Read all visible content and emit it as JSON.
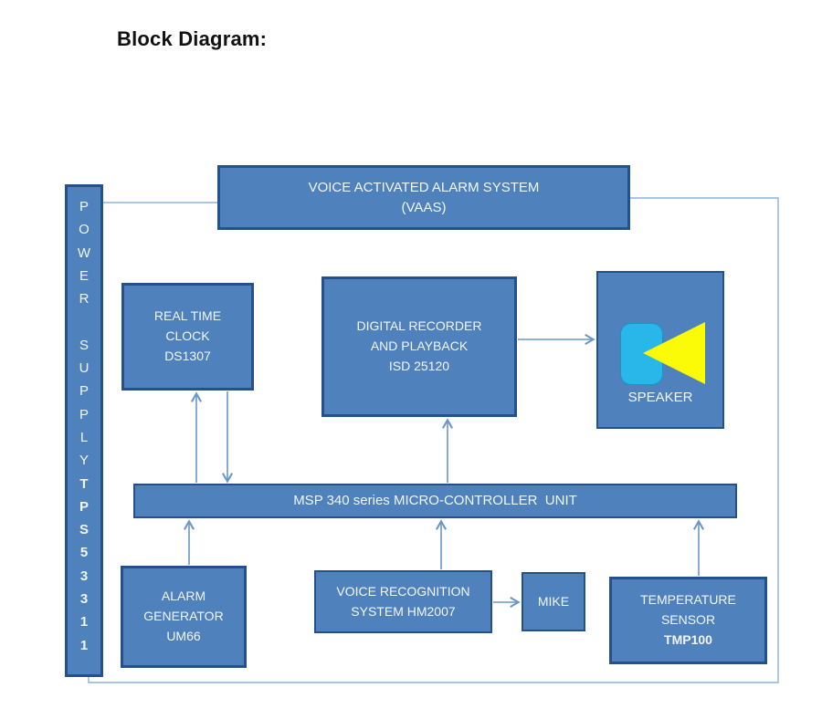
{
  "title": "Block Diagram:",
  "colors": {
    "box_fill": "#4f81bd",
    "box_border": "#24518b",
    "connector_line": "#6b96c9",
    "speaker_cyan": "#29b7ea",
    "speaker_yellow": "#fbfb06",
    "text": "#ffffff",
    "title_text": "#111111",
    "background": "#ffffff"
  },
  "blocks": {
    "vaas": {
      "text": "VOICE ACTIVATED ALARM SYSTEM\n(VAAS)"
    },
    "power_supply": {
      "label": "POWER SUPPLY TPS53311",
      "text_regular": "P\nO\nW\nE\nR\n \nS\nU\nP\nP\nL\nY",
      "text_bold": "T\nP\nS\n5\n3\n3\n1\n1"
    },
    "rtc": {
      "text": "REAL TIME\nCLOCK\nDS1307"
    },
    "recorder": {
      "text": "DIGITAL RECORDER\nAND PLAYBACK\nISD 25120"
    },
    "speaker": {
      "label": "SPEAKER"
    },
    "mcu": {
      "text": "MSP 340 series MICRO-CONTROLLER  UNIT"
    },
    "alarm_generator": {
      "text": "ALARM\nGENERATOR\nUM66"
    },
    "voice_recognition": {
      "text": "VOICE RECOGNITION\nSYSTEM HM2007"
    },
    "mike": {
      "text": "MIKE"
    },
    "temperature_sensor": {
      "text_regular": "TEMPERATURE\nSENSOR",
      "text_bold": "TMP100"
    }
  },
  "connections": [
    {
      "from": "power-supply",
      "to": "vaas",
      "style": "plain-line"
    },
    {
      "from": "vaas",
      "to": "power-supply",
      "style": "plain-line-loop-right-bottom"
    },
    {
      "from": "mcu",
      "to": "rtc",
      "style": "arrow-up"
    },
    {
      "from": "rtc",
      "to": "mcu",
      "style": "arrow-down"
    },
    {
      "from": "mcu",
      "to": "recorder",
      "style": "arrow-up"
    },
    {
      "from": "recorder",
      "to": "speaker",
      "style": "arrow-right"
    },
    {
      "from": "alarm-generator",
      "to": "mcu",
      "style": "arrow-up"
    },
    {
      "from": "voice-recognition",
      "to": "mcu",
      "style": "arrow-up"
    },
    {
      "from": "voice-recognition",
      "to": "mike",
      "style": "arrow-right"
    },
    {
      "from": "temperature-sensor",
      "to": "mcu",
      "style": "arrow-up"
    }
  ]
}
